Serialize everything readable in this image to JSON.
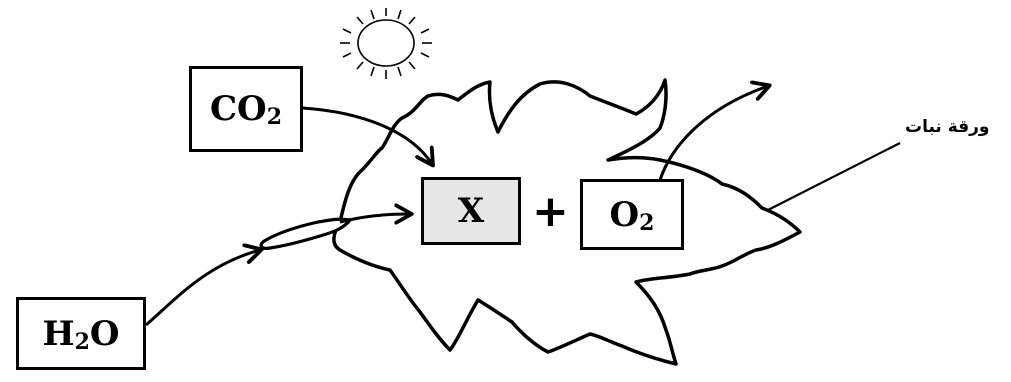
{
  "labels": {
    "co2": {
      "main": "CO",
      "sub": "2"
    },
    "h2o": {
      "pre": "H",
      "sub": "2",
      "post": "O"
    },
    "product_x": "X",
    "plus": "+",
    "o2": {
      "main": "O",
      "sub": "2"
    },
    "leaf_label": "ورقة نبات"
  },
  "colors": {
    "stroke": "#000000",
    "x_box_fill": "#e6e6e6",
    "background": "#ffffff"
  },
  "icons": [
    "sun-icon",
    "leaf-outline"
  ]
}
